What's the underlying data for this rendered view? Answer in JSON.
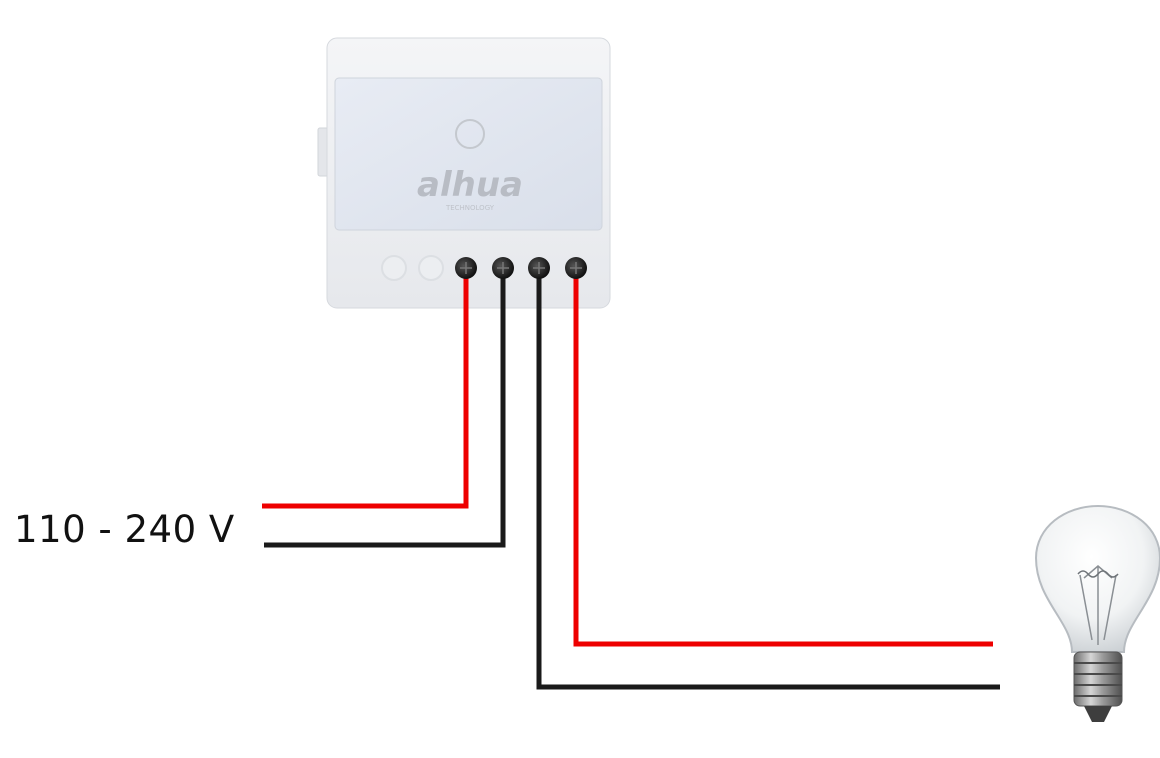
{
  "supply_label": "110 - 240 V",
  "device": {
    "brand": "alhua",
    "sub_brand": "TECHNOLOGY",
    "terminal_count": 4
  },
  "wires": [
    {
      "id": "supply-live",
      "color": "#ee0000"
    },
    {
      "id": "supply-neutral",
      "color": "#1a1a1a"
    },
    {
      "id": "lamp-neutral",
      "color": "#1a1a1a"
    },
    {
      "id": "lamp-live",
      "color": "#ee0000"
    }
  ],
  "colors": {
    "live_wire": "#ee0000",
    "neutral_wire": "#1a1a1a",
    "device_body": "#eef0f3",
    "device_face": "#dfe4ee",
    "logo": "#b8bcc4"
  },
  "icons": {
    "device": "smart-relay-module",
    "load": "light-bulb-icon"
  }
}
